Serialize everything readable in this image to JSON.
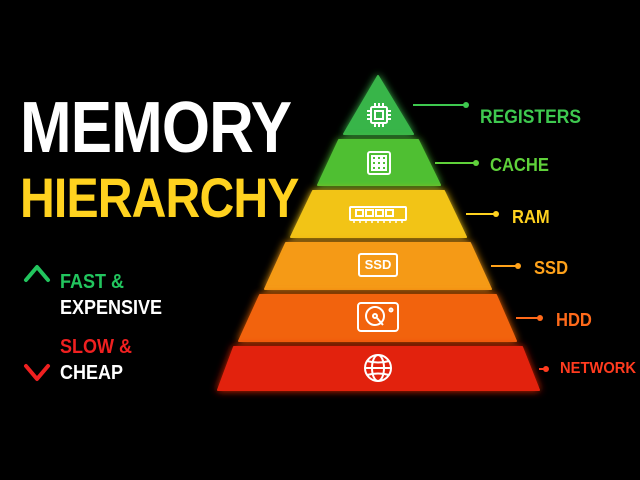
{
  "title": {
    "line1": "MEMORY",
    "line2": "HIERARCHY",
    "line1_color": "#ffffff",
    "line2_color": "#ffd21f"
  },
  "legend": {
    "fast_line1": "FAST &",
    "fast_line2": "EXPENSIVE",
    "slow_line1": "SLOW &",
    "slow_line2": "CHEAP",
    "fast_color": "#22c55e",
    "slow_color": "#ef2020",
    "text_color": "#ffffff"
  },
  "tiers": [
    {
      "label": "REGISTERS",
      "icon": "cpu-chip-icon",
      "color": "#39b54a",
      "label_color": "#3ec94f"
    },
    {
      "label": "CACHE",
      "icon": "cache-chip-icon",
      "color": "#4fbf32",
      "label_color": "#5fd13a"
    },
    {
      "label": "RAM",
      "icon": "ram-module-icon",
      "color": "#f2c418",
      "label_color": "#ffd21f"
    },
    {
      "label": "SSD",
      "icon": "ssd-icon",
      "color": "#f59a12",
      "label_color": "#ffa21a"
    },
    {
      "label": "HDD",
      "icon": "hard-drive-icon",
      "color": "#f2640e",
      "label_color": "#ff6a1a"
    },
    {
      "label": "NETWORK",
      "icon": "globe-icon",
      "color": "#e2230f",
      "label_color": "#ff3b1f"
    }
  ],
  "ssd_icon_text": "SSD"
}
